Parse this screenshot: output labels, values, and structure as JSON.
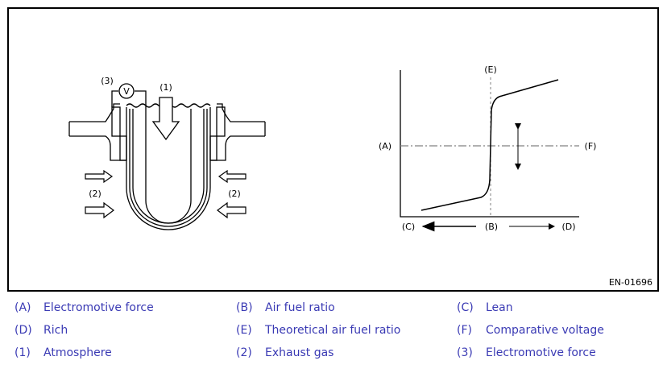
{
  "figure": {
    "id": "EN-01696",
    "sensor_labels": {
      "voltmeter": "V",
      "electromotive": "(3)",
      "atmosphere": "(1)",
      "exhaust_left": "(2)",
      "exhaust_right": "(2)"
    },
    "graph_labels": {
      "a": "(A)",
      "b": "(B)",
      "c": "(C)",
      "d": "(D)",
      "e": "(E)",
      "f": "(F)"
    }
  },
  "legend": [
    [
      {
        "key": "(A)",
        "text": "Electromotive force"
      },
      {
        "key": "(B)",
        "text": "Air fuel ratio"
      },
      {
        "key": "(C)",
        "text": "Lean"
      }
    ],
    [
      {
        "key": "(D)",
        "text": "Rich"
      },
      {
        "key": "(E)",
        "text": "Theoretical air fuel ratio"
      },
      {
        "key": "(F)",
        "text": "Comparative voltage"
      }
    ],
    [
      {
        "key": "(1)",
        "text": "Atmosphere"
      },
      {
        "key": "(2)",
        "text": "Exhaust gas"
      },
      {
        "key": "(3)",
        "text": "Electromotive force"
      }
    ]
  ],
  "colors": {
    "legend_text": "#3a3ab4",
    "line": "#000000",
    "guide": "#808080"
  }
}
